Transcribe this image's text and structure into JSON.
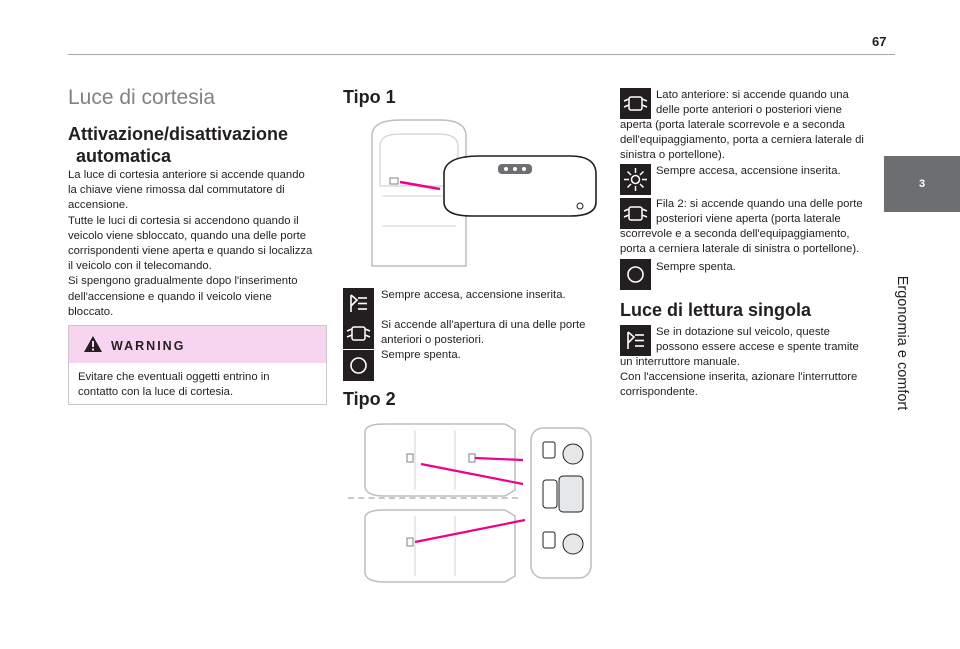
{
  "page_number": "67",
  "side_tab": {
    "number": "3",
    "title": "Ergonomia e comfort"
  },
  "section_title": "Luce di cortesia",
  "auto": {
    "heading_1": "Attivazione/disattivazione",
    "heading_2": "automatica",
    "lines": [
      "La luce di cortesia anteriore si accende quando",
      "la chiave viene rimossa dal commutatore di",
      "accensione.",
      "Tutte le luci di cortesia si accendono quando il",
      "veicolo viene sbloccato, quando una delle porte",
      "corrispondenti viene aperta e quando si localizza",
      "il veicolo con il telecomando.",
      "Si spengono gradualmente dopo l'inserimento",
      "dell'accensione e quando il veicolo viene",
      "bloccato."
    ]
  },
  "warning": {
    "label": "WARNING",
    "lines": [
      "Evitare che eventuali oggetti entrino in",
      "contatto con la luce di cortesia."
    ]
  },
  "tipo1": {
    "heading": "Tipo 1",
    "items": [
      {
        "icon": "door-light-icon",
        "lines": [
          "Sempre accesa, accensione inserita."
        ]
      },
      {
        "icon": "car-doors-icon",
        "lines": [
          "Si accende all'apertura di una delle porte",
          "anteriori o posteriori."
        ]
      },
      {
        "icon": "off-circle-icon",
        "lines": [
          "Sempre spenta."
        ]
      }
    ]
  },
  "tipo2": {
    "heading": "Tipo 2"
  },
  "right": {
    "item1_lines": [
      "Lato anteriore: si accende quando una",
      "delle porte anteriori o posteriori viene"
    ],
    "item1_wrap": [
      "aperta (porta laterale scorrevole e a seconda",
      "dell'equipaggiamento, porta a cerniera laterale di",
      "sinistra o portellone)."
    ],
    "item2_lines": [
      "Sempre accesa, accensione inserita."
    ],
    "item3_lines": [
      "Fila 2: si accende quando una delle porte",
      "posteriori viene aperta (porta laterale"
    ],
    "item3_wrap": [
      "scorrevole e a seconda dell'equipaggiamento,",
      "porta a cerniera laterale di sinistra o portellone)."
    ],
    "item4_lines": [
      "Sempre spenta."
    ]
  },
  "reading": {
    "heading": "Luce di lettura singola",
    "lines_indented": [
      "Se in dotazione sul veicolo, queste",
      "possono essere accese e spente tramite"
    ],
    "lines_wrap": [
      "un interruttore manuale.",
      "Con l'accensione inserita, azionare l'interruttore",
      "corrispondente."
    ]
  },
  "colors": {
    "accent": "#ec008c",
    "warning_bg": "#f7d5f0",
    "tab": "#6d6e71",
    "icon_bg": "#231f20"
  }
}
